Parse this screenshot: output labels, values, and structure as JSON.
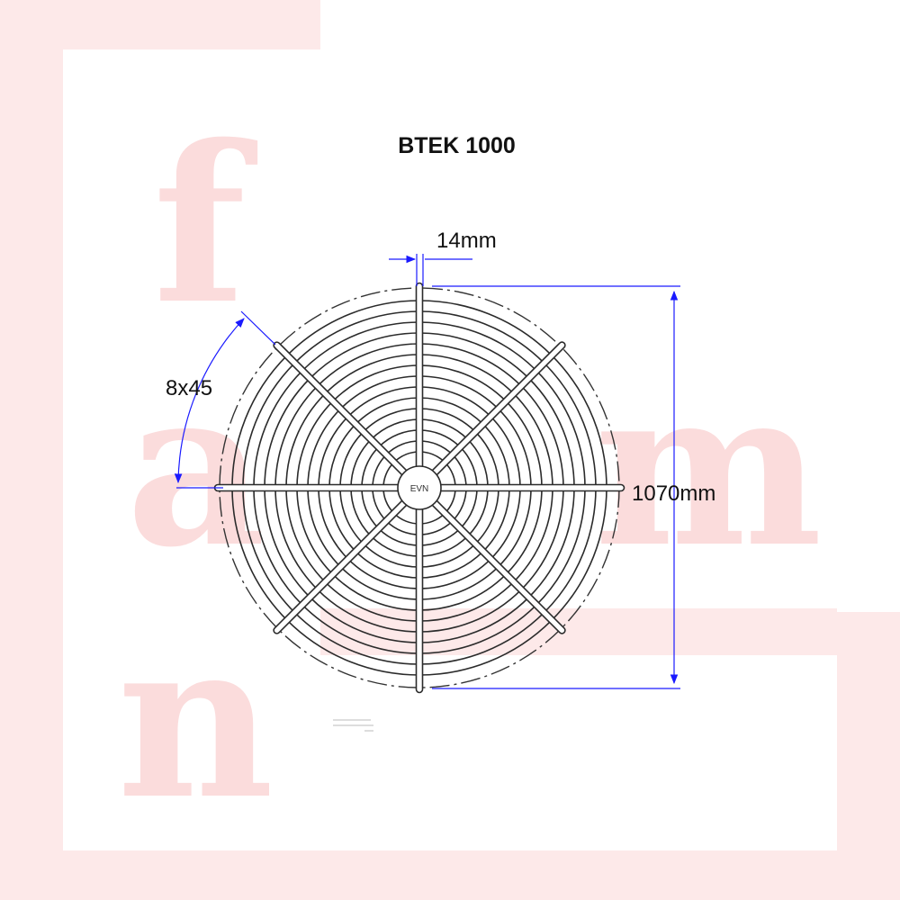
{
  "title": "BTEK 1000",
  "dimensions": {
    "width_label": "14mm",
    "diameter_label": "1070mm",
    "holes_label": "8x45"
  },
  "center_logo": "EVN",
  "watermark": {
    "letters": [
      "f",
      "a",
      "m",
      "n"
    ],
    "color": "#fbdcdc"
  },
  "colors": {
    "grille": "#2b2b2b",
    "dimension": "#1a1aff",
    "background": "#ffffff"
  }
}
